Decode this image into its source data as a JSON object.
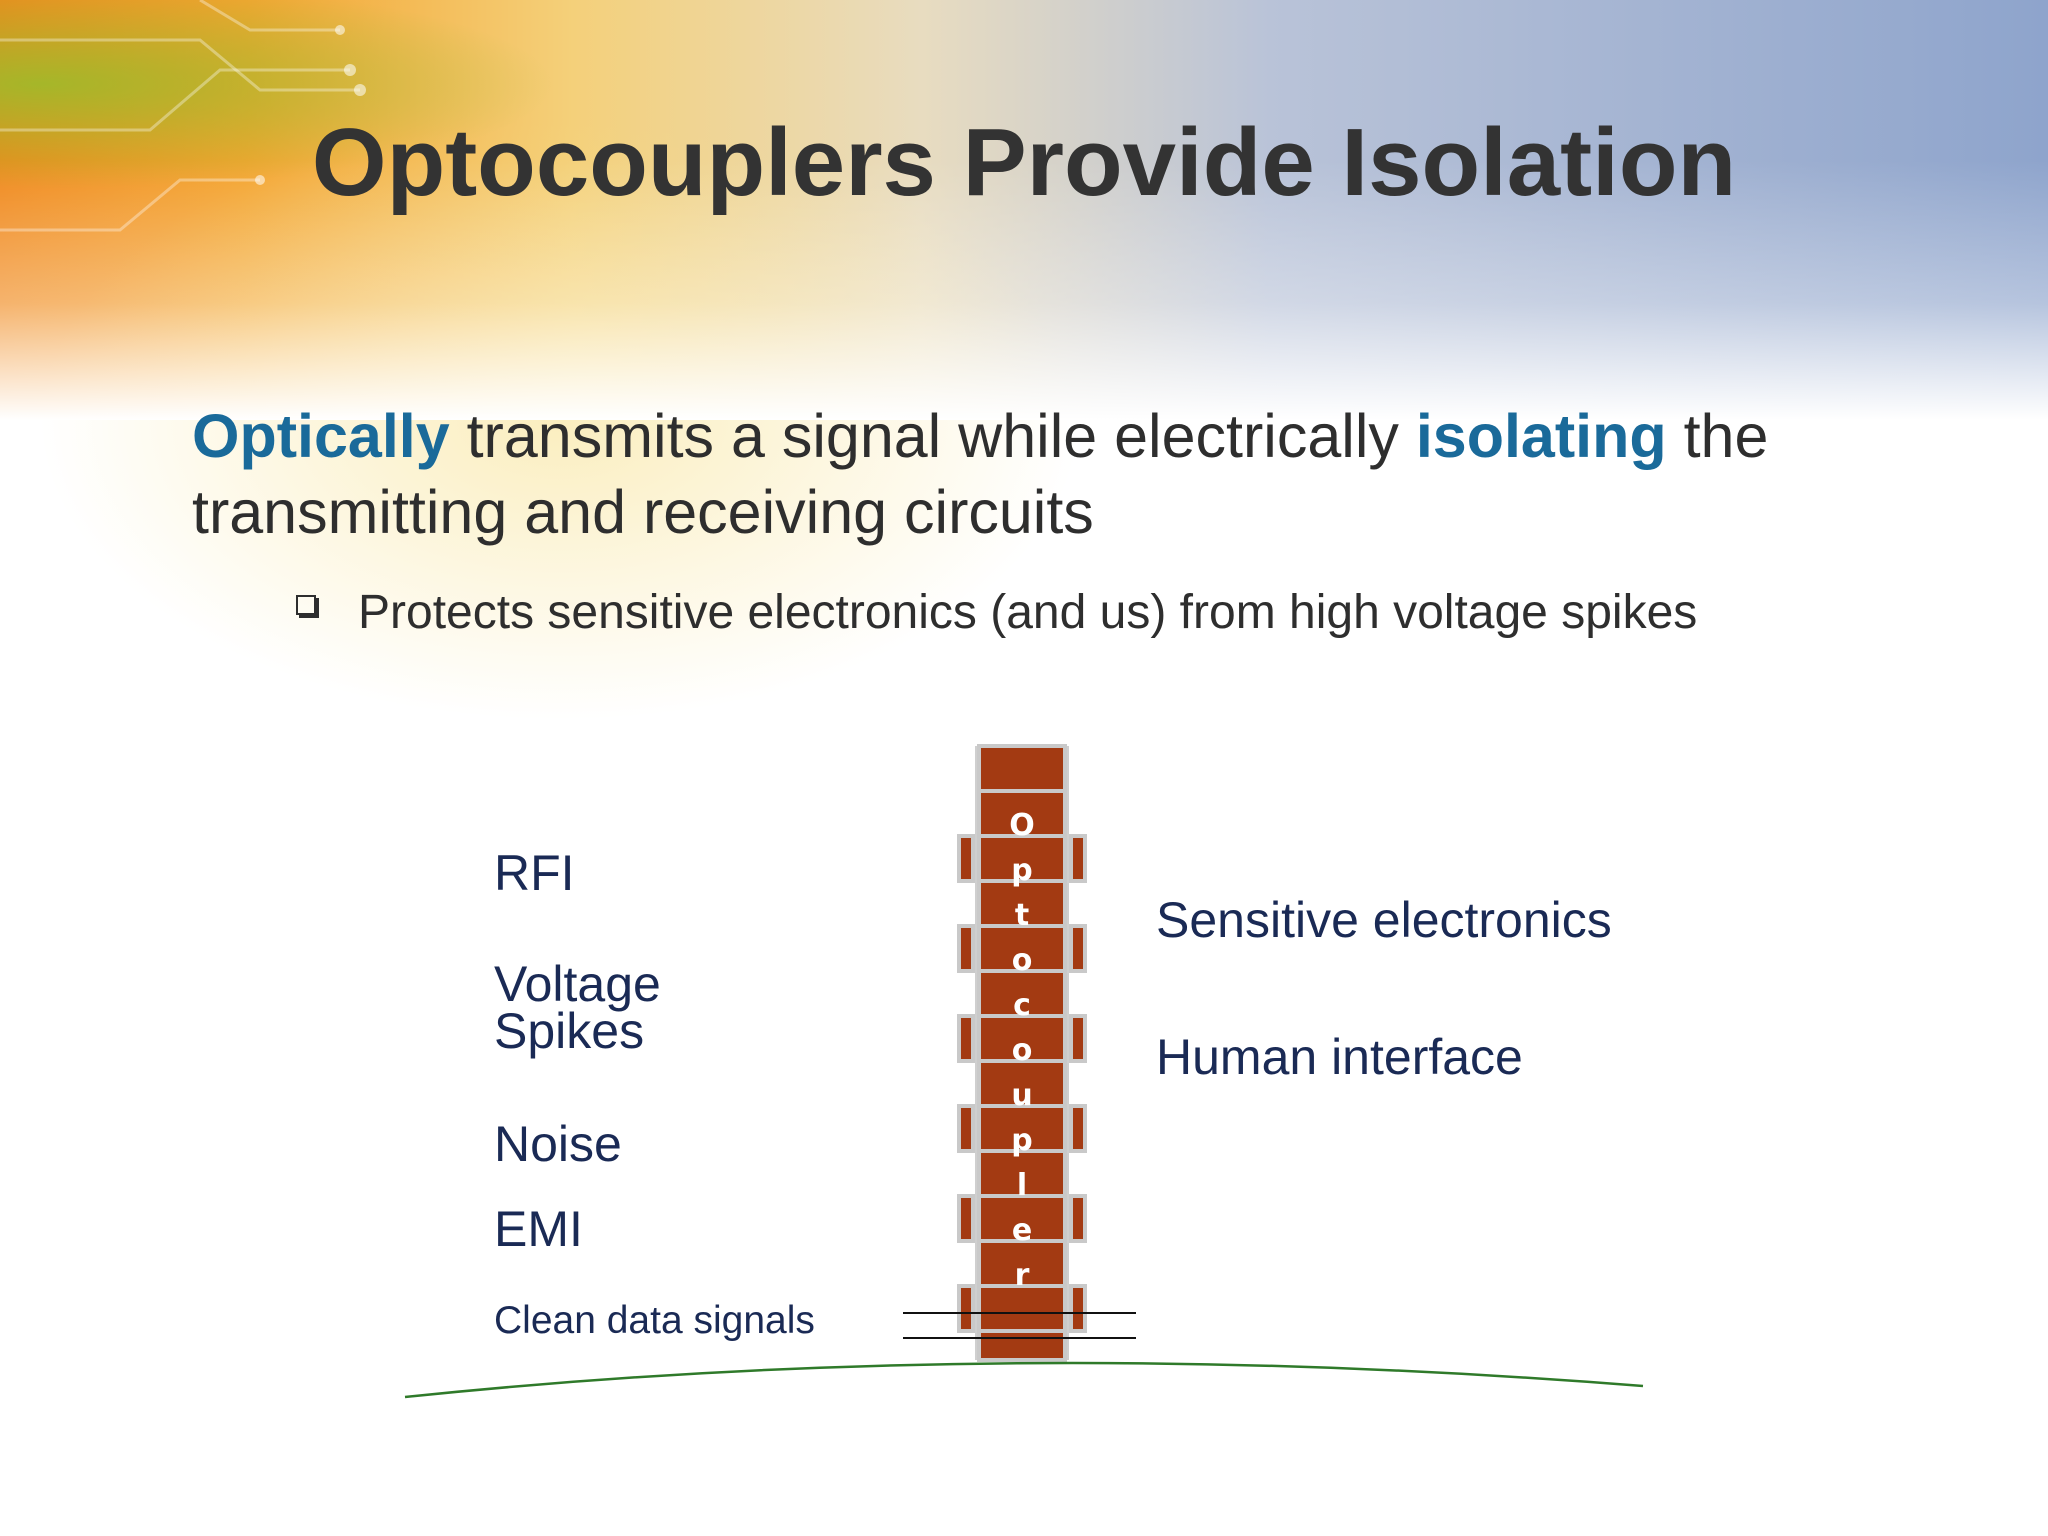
{
  "slide": {
    "title": "Optocouplers Provide Isolation",
    "body": {
      "word1": "Optically",
      "part2": " transmits a signal while electrically ",
      "word2": "isolating",
      "part3": " the transmitting and receiving circuits"
    },
    "bullet": "Protects sensitive electronics (and us) from high voltage spikes",
    "left_labels": {
      "rfi": "RFI",
      "voltage_line1": "Voltage",
      "voltage_line2": "Spikes",
      "noise": "Noise",
      "emi": "EMI",
      "clean": "Clean data signals"
    },
    "right_labels": {
      "sensitive": "Sensitive electronics",
      "human": "Human interface"
    },
    "wall_letters": [
      "O",
      "p",
      "t",
      "o",
      "c",
      "o",
      "u",
      "p",
      "l",
      "e",
      "r"
    ],
    "colors": {
      "accent": "#1a6a9a",
      "brick": "#a33a12",
      "label": "#1a2a55",
      "ground": "#2f7a2a"
    }
  }
}
